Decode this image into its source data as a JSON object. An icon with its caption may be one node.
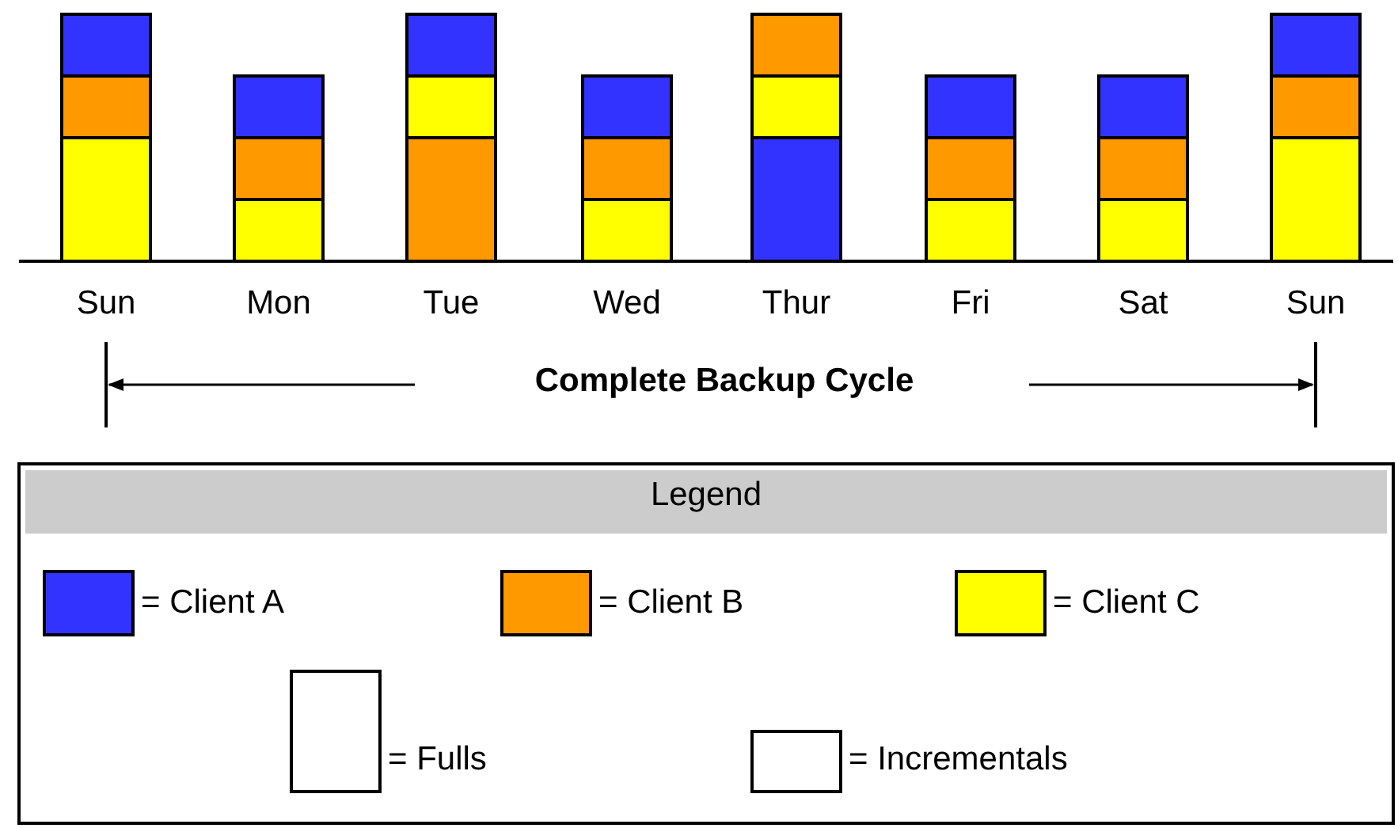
{
  "diagram": {
    "labels": [
      "Sun",
      "Mon",
      "Tue",
      "Wed",
      "Thur",
      "Fri",
      "Sat",
      "Sun",
      "Complete Backup Cycle",
      "Legend"
    ],
    "legend": [
      {
        "text": "= Client A",
        "color": "#3333ff"
      },
      {
        "text": "= Client B",
        "color": "#ff9900"
      },
      {
        "text": "= Client C",
        "color": "#ffff00"
      },
      {
        "text": "= Fulls"
      },
      {
        "text": "= Incrementals"
      }
    ]
  }
}
